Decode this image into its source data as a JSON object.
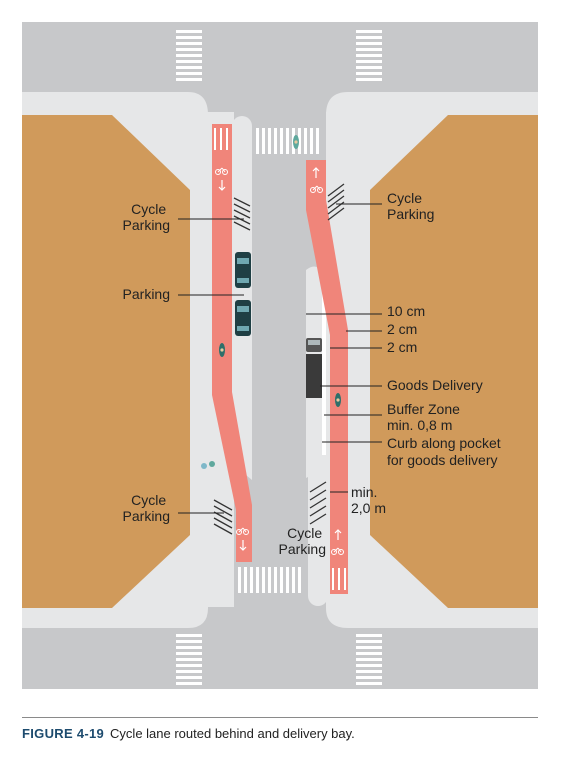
{
  "colors": {
    "road": "#c7c8ca",
    "sidewalk": "#e6e7e8",
    "block": "#d09a5b",
    "cycle_lane": "#f0857a",
    "crossing": "#ffffff",
    "accent": "#1d4b6e"
  },
  "icons": [
    "bicycle-icon",
    "arrow-up-icon",
    "arrow-down-icon",
    "car-icon",
    "delivery-truck-icon",
    "cyclist-icon"
  ],
  "labels": {
    "cycle_parking_top_left": [
      "Cycle",
      "Parking"
    ],
    "parking": "Parking",
    "cycle_parking_bottom_left": [
      "Cycle",
      "Parking"
    ],
    "cycle_parking_top_right": [
      "Cycle",
      "Parking"
    ],
    "dim_10cm": "10 cm",
    "dim_2cm_a": "2 cm",
    "dim_2cm_b": "2 cm",
    "goods_delivery": "Goods Delivery",
    "buffer_zone": [
      "Buffer Zone",
      "min. 0,8 m"
    ],
    "curb_pocket": [
      "Curb along pocket",
      "for goods delivery"
    ],
    "min_width": [
      "min.",
      "2,0 m"
    ],
    "cycle_parking_bottom_center": [
      "Cycle",
      "Parking"
    ]
  },
  "caption": {
    "number": "FIGURE 4-19",
    "text": "Cycle lane routed behind and delivery bay."
  }
}
